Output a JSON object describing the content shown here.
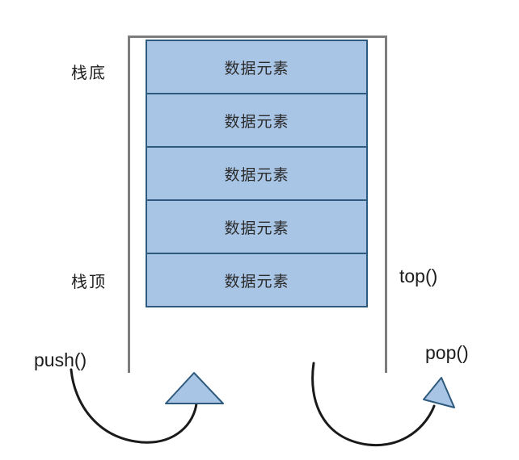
{
  "diagram": {
    "title": "stack-diagram",
    "colors": {
      "cell_fill": "#a8c5e5",
      "cell_border": "#2e5a7d",
      "rail": "#7d7d7d",
      "arrow_stroke": "#1a1a1a",
      "arrowhead_fill": "#a8c5e5",
      "background": "#ffffff"
    },
    "stack": {
      "cells": [
        {
          "label": "数据元素"
        },
        {
          "label": "数据元素"
        },
        {
          "label": "数据元素"
        },
        {
          "label": "数据元素"
        },
        {
          "label": "数据元素"
        }
      ]
    },
    "labels": {
      "stack_bottom": "栈底",
      "stack_top": "栈顶",
      "top_fn": "top()",
      "push_fn": "push()",
      "pop_fn": "pop()"
    }
  }
}
